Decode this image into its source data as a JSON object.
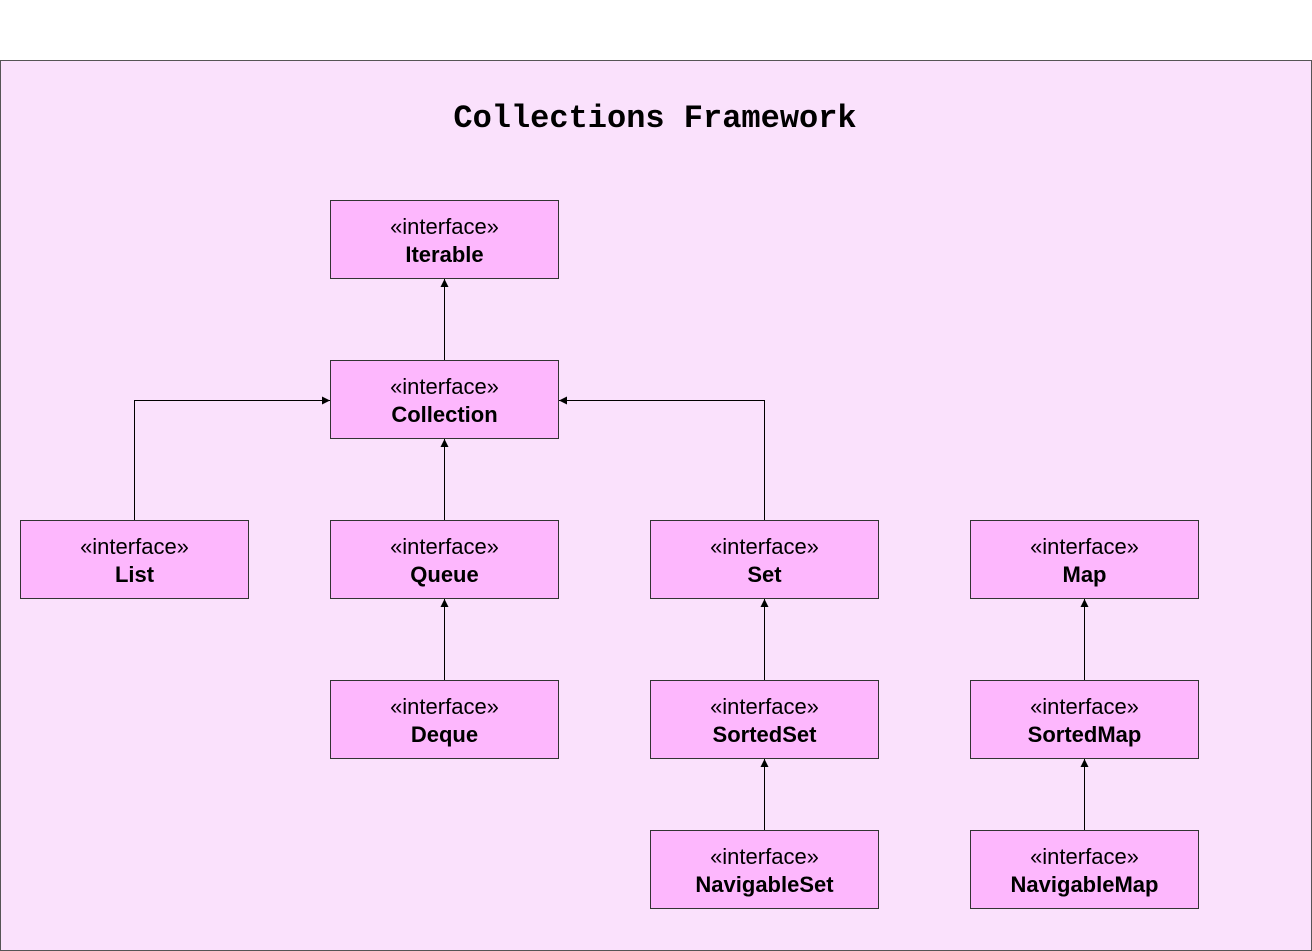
{
  "diagram": {
    "title": "Collections Framework",
    "nodes": [
      {
        "id": "iterable",
        "stereotype": "«interface»",
        "name": "Iterable"
      },
      {
        "id": "collection",
        "stereotype": "«interface»",
        "name": "Collection"
      },
      {
        "id": "list",
        "stereotype": "«interface»",
        "name": "List"
      },
      {
        "id": "queue",
        "stereotype": "«interface»",
        "name": "Queue"
      },
      {
        "id": "set",
        "stereotype": "«interface»",
        "name": "Set"
      },
      {
        "id": "map",
        "stereotype": "«interface»",
        "name": "Map"
      },
      {
        "id": "deque",
        "stereotype": "«interface»",
        "name": "Deque"
      },
      {
        "id": "sortedset",
        "stereotype": "«interface»",
        "name": "SortedSet"
      },
      {
        "id": "sortedmap",
        "stereotype": "«interface»",
        "name": "SortedMap"
      },
      {
        "id": "navigableset",
        "stereotype": "«interface»",
        "name": "NavigableSet"
      },
      {
        "id": "navigablemap",
        "stereotype": "«interface»",
        "name": "NavigableMap"
      }
    ],
    "edges": [
      {
        "from": "collection",
        "to": "iterable"
      },
      {
        "from": "list",
        "to": "collection"
      },
      {
        "from": "queue",
        "to": "collection"
      },
      {
        "from": "set",
        "to": "collection"
      },
      {
        "from": "deque",
        "to": "queue"
      },
      {
        "from": "sortedset",
        "to": "set"
      },
      {
        "from": "navigableset",
        "to": "sortedset"
      },
      {
        "from": "sortedmap",
        "to": "map"
      },
      {
        "from": "navigablemap",
        "to": "sortedmap"
      }
    ]
  }
}
